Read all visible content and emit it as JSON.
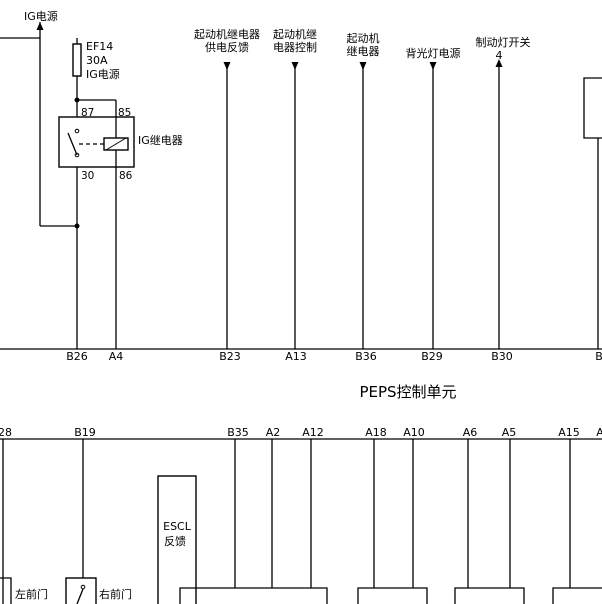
{
  "ig_power_label": "IG电源",
  "fuse": {
    "name": "EF14",
    "rating": "30A",
    "source": "IG电源"
  },
  "relay": {
    "name": "IG继电器",
    "pins": {
      "p87": "87",
      "p85": "85",
      "p30": "30",
      "p86": "86"
    }
  },
  "upper_signals": [
    {
      "line1": "起动机继电器",
      "line2": "供电反馈"
    },
    {
      "line1": "起动机继",
      "line2": "电器控制"
    },
    {
      "line1": "起动机",
      "line2": "继电器"
    },
    {
      "line1": "背光灯电源",
      "line2": ""
    },
    {
      "line1": "制动灯开关",
      "line2": "4"
    }
  ],
  "upper_pins": [
    "B26",
    "A4",
    "B23",
    "A13",
    "B36",
    "B29",
    "B30",
    "B"
  ],
  "module_title": "PEPS控制单元",
  "lower_pins": [
    "28",
    "B19",
    "B35",
    "A2",
    "A12",
    "A18",
    "A10",
    "A6",
    "A5",
    "A15",
    "A"
  ],
  "escl": {
    "line1": "ESCL",
    "line2": "反馈"
  },
  "door_switches": {
    "left": "左前门",
    "right": "右前门"
  },
  "colors": {
    "line": "#000000",
    "background": "#ffffff"
  }
}
